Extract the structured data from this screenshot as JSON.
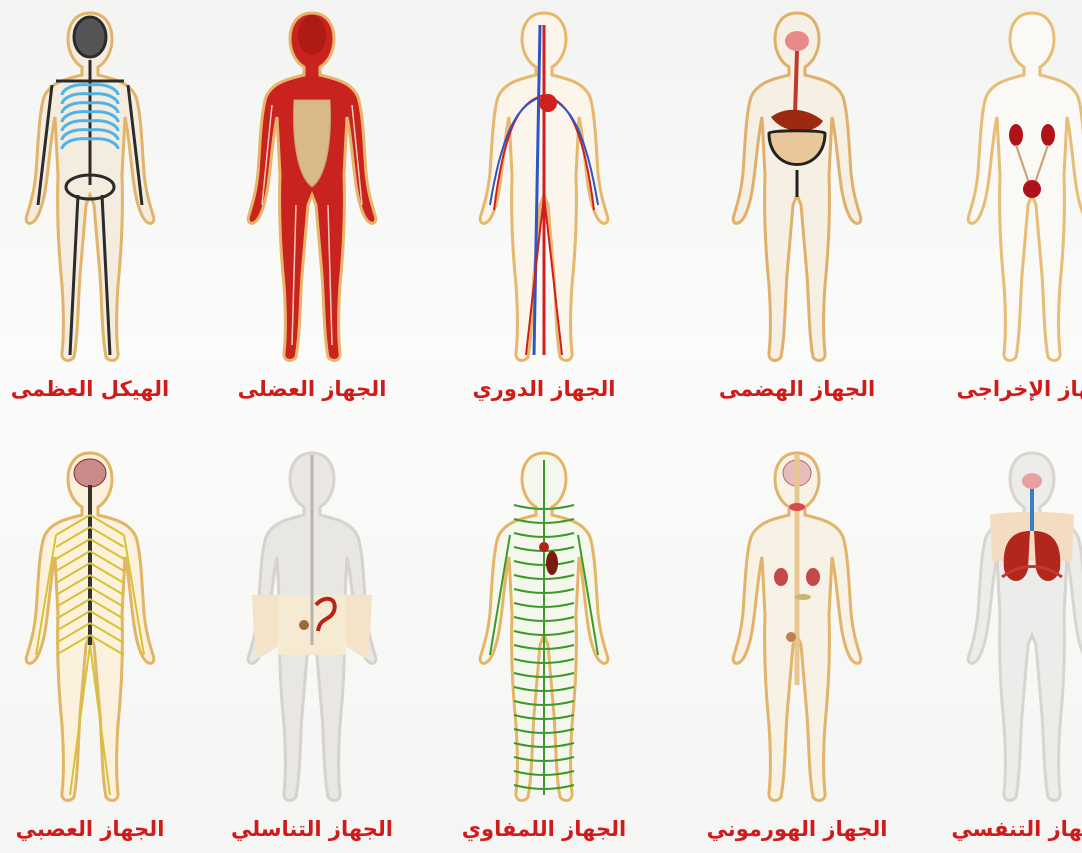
{
  "systems": [
    {
      "label": "الهيكل العظمى",
      "key": "skeletal",
      "color": "#2b2b2b",
      "accent": "#4fb3e8"
    },
    {
      "label": "الجهاز العضلى",
      "key": "muscular",
      "color": "#c8231e",
      "accent": "#d9b98a"
    },
    {
      "label": "الجهاز الدوري",
      "key": "circulatory",
      "color": "#d11f1f",
      "accent": "#2a56c6"
    },
    {
      "label": "الجهاز الهضمى",
      "key": "digestive",
      "color": "#9c2a12",
      "accent": "#e0b06a"
    },
    {
      "label": "جهاز الإخراجى",
      "key": "excretory",
      "color": "#b0121a",
      "accent": "#e0b06a"
    },
    {
      "label": "الجهاز العصبي",
      "key": "nervous",
      "color": "#d6c332",
      "accent": "#333333"
    },
    {
      "label": "الجهاز التناسلي",
      "key": "reproductive",
      "color": "#b8231a",
      "accent": "#e0b06a"
    },
    {
      "label": "الجهاز اللمفاوي",
      "key": "lymphatic",
      "color": "#3d9a2a",
      "accent": "#7a1a12"
    },
    {
      "label": "الجهاز الهورموني",
      "key": "endocrine",
      "color": "#c44a4a",
      "accent": "#e0b06a"
    },
    {
      "label": "الجهاز التنفسي",
      "key": "respiratory",
      "color": "#b3261e",
      "accent": "#3a7fc6"
    }
  ]
}
